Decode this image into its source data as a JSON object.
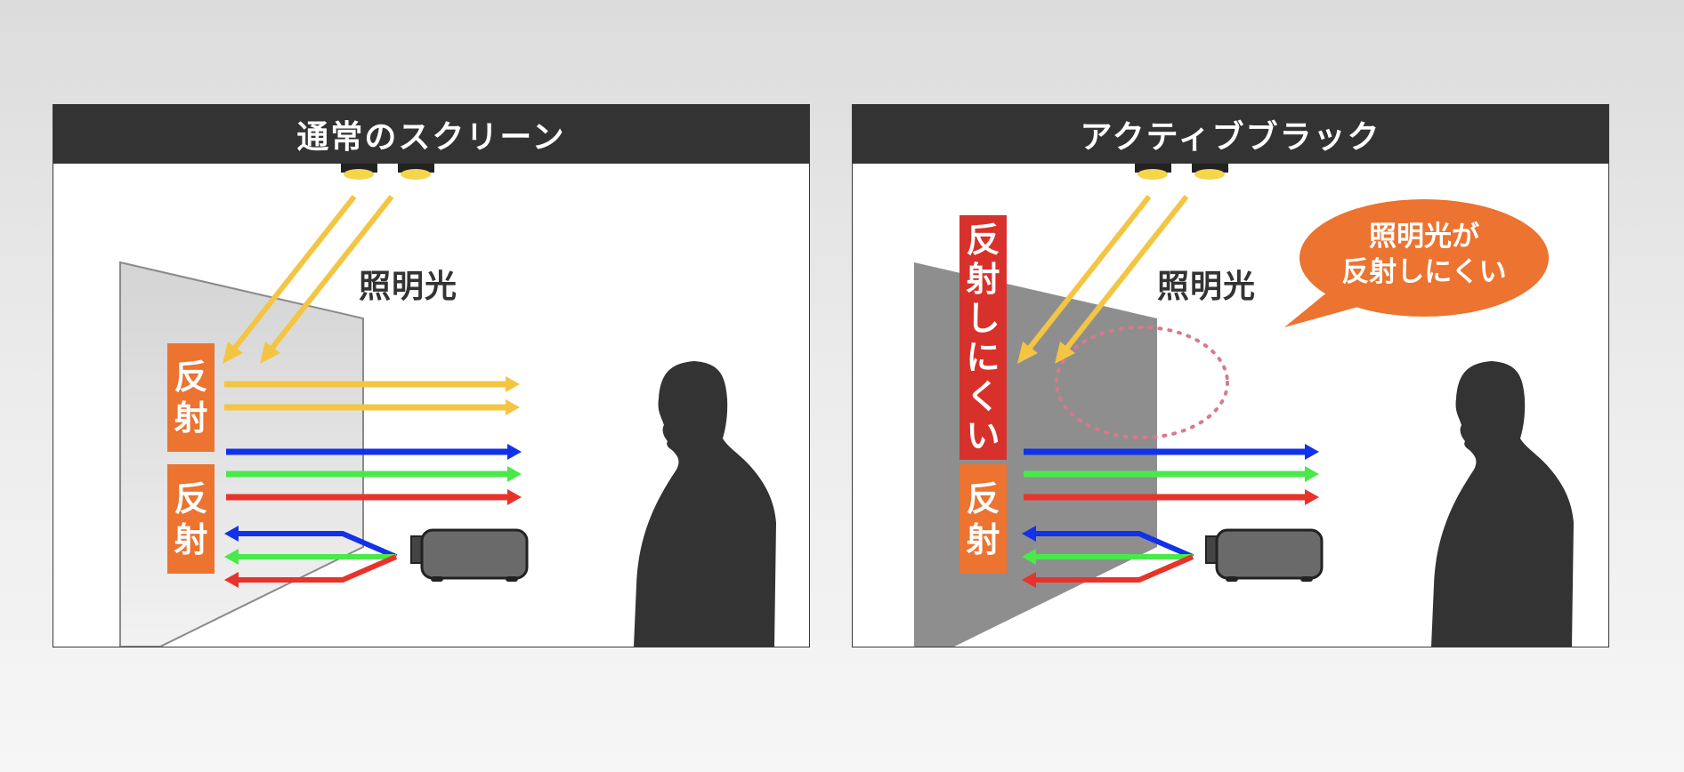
{
  "colors": {
    "header_bg": "#333333",
    "reflect_orange": "#ec7330",
    "hard_to_reflect_red": "#d8312c",
    "light_yellow": "#f4c542",
    "blue": "#1231e8",
    "green": "#49e94a",
    "red": "#e8332c",
    "silhouette": "#333333",
    "screen_normal": "#dcdcdc",
    "screen_active_black": "#8e8e8e"
  },
  "panels": [
    {
      "title": "通常のスクリーン",
      "light_label": "照明光",
      "labels": [
        {
          "text": "反射",
          "color": "orange"
        },
        {
          "text": "反射",
          "color": "orange"
        }
      ],
      "screen_type": "normal"
    },
    {
      "title": "アクティブブラック",
      "light_label": "照明光",
      "labels": [
        {
          "text": "反射しにくい",
          "color": "red"
        },
        {
          "text": "反射",
          "color": "orange"
        }
      ],
      "screen_type": "active-black",
      "bubble": {
        "line1": "照明光が",
        "line2": "反射しにくい"
      }
    }
  ],
  "icons": [
    "ceiling-light-icon",
    "projector-icon",
    "person-silhouette-icon",
    "speech-bubble-icon"
  ]
}
